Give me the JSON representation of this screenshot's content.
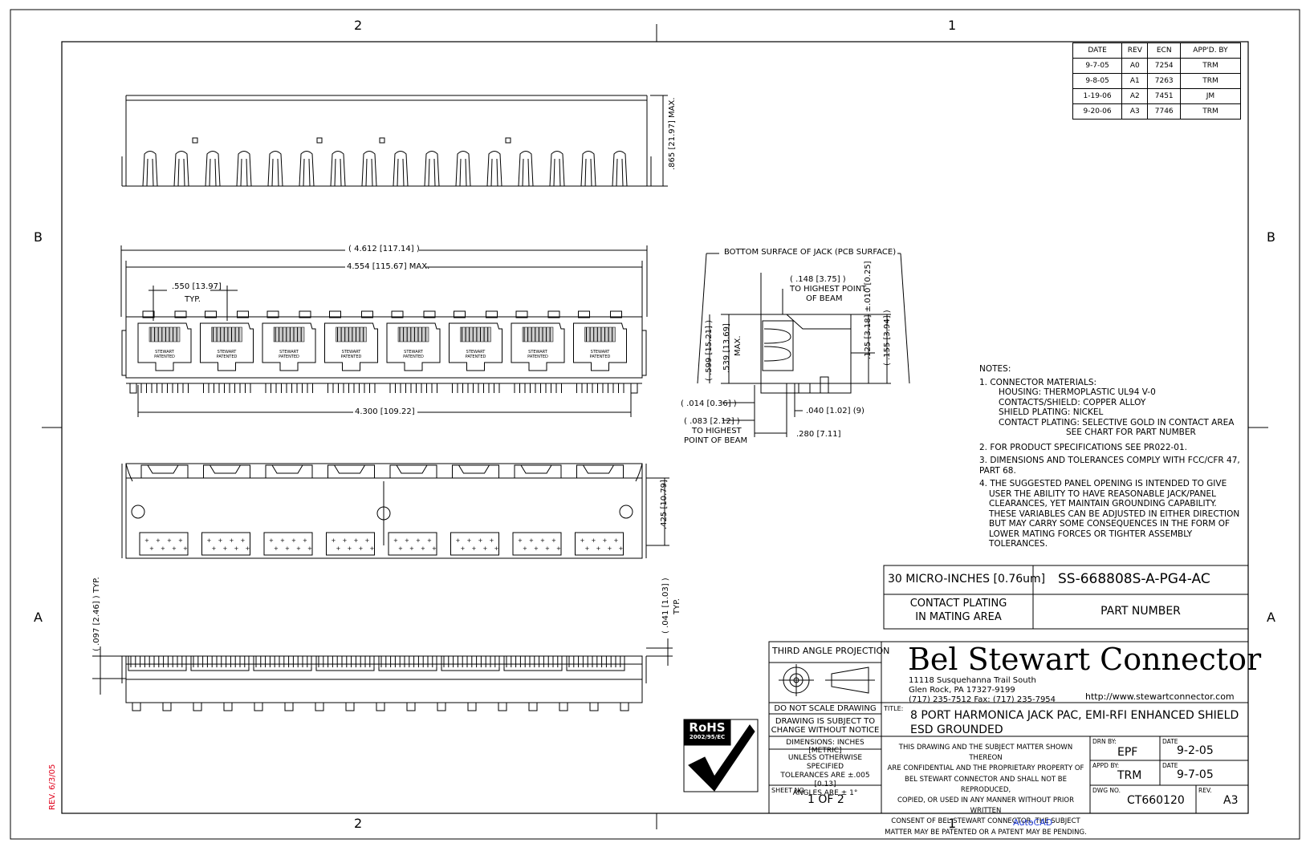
{
  "grid": {
    "top": [
      "2",
      "1"
    ],
    "bottom": [
      "2",
      "1"
    ],
    "left": [
      "B",
      "A"
    ],
    "right": [
      "B",
      "A"
    ]
  },
  "revision_table": {
    "headers": [
      "DATE",
      "REV",
      "ECN",
      "APP'D. BY"
    ],
    "rows": [
      [
        "9-7-05",
        "A0",
        "7254",
        "TRM"
      ],
      [
        "9-8-05",
        "A1",
        "7263",
        "TRM"
      ],
      [
        "1-19-06",
        "A2",
        "7451",
        "JM"
      ],
      [
        "9-20-06",
        "A3",
        "7746",
        "TRM"
      ]
    ]
  },
  "dimensions": {
    "top_height": ".865 [21.97] MAX.",
    "overall_ref": "( 4.612 [117.14] )",
    "overall_max": "4.554 [115.67] MAX.",
    "pitch": ".550 [13.97]",
    "pitch_typ": "TYP.",
    "pin_span": "4.300 [109.22]",
    "stewart_label": "STEWART",
    "patented_label": "PATENTED",
    "bottom_surface": "BOTTOM SURFACE OF JACK (PCB SURFACE)",
    "beam_148": "( .148 [3.75] )",
    "beam_148_l2": "TO HIGHEST POINT",
    "beam_148_l3": "OF BEAM",
    "h599": "( .599 [15.21] )",
    "h539": ".539 [13.69]",
    "h539_max": "MAX.",
    "h125": ".125 [3.18] ±.010 [0.25]",
    "h155": "( .155 [3.94] )",
    "d014": "( .014 [0.36] )",
    "d083": "( .083 [2.12] )",
    "d083_l2": "TO HIGHEST",
    "d083_l3": "POINT OF BEAM",
    "d040": ".040 [1.02] (9)",
    "d280": ".280 [7.11]",
    "d425": ".425 [10.79]",
    "d097": "( .097 [2.46] ) TYP.",
    "d041": "( .041 [1.03] )",
    "d041_typ": "TYP."
  },
  "notes": {
    "heading": "NOTES:",
    "items": [
      "1.  CONNECTOR MATERIALS:",
      "HOUSING:   THERMOPLASTIC UL94 V-0",
      "CONTACTS/SHIELD:   COPPER ALLOY",
      "SHIELD PLATING:   NICKEL",
      "CONTACT PLATING:  SELECTIVE GOLD IN CONTACT AREA",
      "SEE CHART FOR PART NUMBER",
      "2.  FOR PRODUCT SPECIFICATIONS SEE PR022-01.",
      "3.  DIMENSIONS AND TOLERANCES COMPLY WITH FCC/CFR 47, PART 68.",
      "4.  THE SUGGESTED PANEL OPENING IS INTENDED TO GIVE",
      "USER THE ABILITY TO HAVE REASONABLE JACK/PANEL",
      "CLEARANCES, YET MAINTAIN GROUNDING CAPABILITY.",
      "THESE VARIABLES CAN BE ADJUSTED IN EITHER DIRECTION",
      "BUT MAY CARRY SOME CONSEQUENCES IN THE FORM OF",
      "LOWER MATING FORCES OR TIGHTER ASSEMBLY TOLERANCES."
    ]
  },
  "plating_table": {
    "plating": "30 MICRO-INCHES [0.76um]",
    "part_number": "SS-668808S-A-PG4-AC",
    "plating_label_l1": "CONTACT PLATING",
    "plating_label_l2": "IN MATING AREA",
    "part_label": "PART NUMBER"
  },
  "title_block": {
    "projection": "THIRD ANGLE PROJECTION",
    "company": "Bel Stewart Connector",
    "addr1": "11118 Susquehanna Trail South",
    "addr2": "Glen Rock, PA   17327-9199",
    "addr3": "(717) 235-7512   Fax: (717) 235-7954",
    "website": "http://www.stewartconnector.com",
    "no_scale": "DO NOT SCALE DRAWING",
    "subject_l1": "DRAWING IS SUBJECT TO",
    "subject_l2": "CHANGE WITHOUT NOTICE",
    "dims_units": "DIMENSIONS: INCHES [METRIC]",
    "tol_l1": "UNLESS OTHERWISE SPECIFIED",
    "tol_l2": "TOLERANCES ARE ±.005 [0.13]",
    "tol_l3": "ANGLES ARE ± 1°",
    "sheet_label": "SHEET NO.",
    "sheet": "1 OF 2",
    "title_label": "TITLE:",
    "title_l1": "8 PORT HARMONICA JACK PAC, EMI-RFI ENHANCED SHIELD",
    "title_l2": "ESD GROUNDED",
    "conf_l1": "THIS DRAWING AND THE SUBJECT MATTER SHOWN THEREON",
    "conf_l2": "ARE CONFIDENTIAL AND THE PROPRIETARY PROPERTY OF",
    "conf_l3": "BEL STEWART CONNECTOR AND SHALL NOT BE REPRODUCED,",
    "conf_l4": "COPIED, OR USED IN ANY MANNER WITHOUT PRIOR WRITTEN",
    "conf_l5": "CONSENT OF BEL STEWART CONNECTOR.  THE SUBJECT",
    "conf_l6": "MATTER MAY BE PATENTED OR A PATENT MAY BE PENDING.",
    "drn_label": "DRN BY:",
    "drn": "EPF",
    "date_label": "DATE",
    "drn_date": "9-2-05",
    "appd_label": "APPD BY:",
    "appd": "TRM",
    "appd_date": "9-7-05",
    "dwg_label": "DWG NO.",
    "dwg": "CT660120",
    "rev_label": "REV.",
    "rev": "A3"
  },
  "rohs": {
    "title": "RoHS",
    "sub": "2002/95/EC"
  },
  "margin": {
    "rev_note": "REV. 6/3/05",
    "autocad": "AutoCAD"
  }
}
